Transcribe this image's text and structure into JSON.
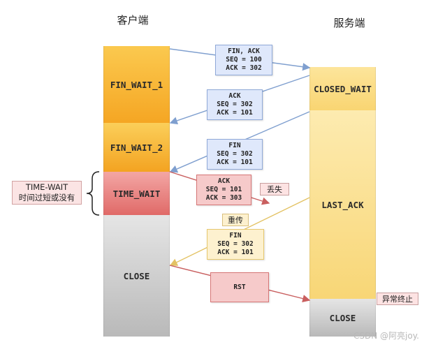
{
  "headers": {
    "client": "客户端",
    "server": "服务端"
  },
  "client_states": {
    "fin_wait_1": "FIN_WAIT_1",
    "fin_wait_2": "FIN_WAIT_2",
    "time_wait": "TIME_WAIT",
    "close": "CLOSE"
  },
  "server_states": {
    "closed_wait": "CLOSED_WAIT",
    "last_ack": "LAST_ACK",
    "close": "CLOSE"
  },
  "messages": {
    "m1": {
      "l1": "FIN, ACK",
      "l2": "SEQ = 100",
      "l3": "ACK = 302"
    },
    "m2": {
      "l1": "ACK",
      "l2": "SEQ = 302",
      "l3": "ACK = 101"
    },
    "m3": {
      "l1": "FIN",
      "l2": "SEQ = 302",
      "l3": "ACK = 101"
    },
    "m4": {
      "l1": "ACK",
      "l2": "SEQ = 101",
      "l3": "ACK = 303"
    },
    "m5": {
      "l1": "FIN",
      "l2": "SEQ = 302",
      "l3": "ACK = 101"
    },
    "m6": {
      "l1": "RST"
    }
  },
  "labels": {
    "lost": "丢失",
    "retransmit": "重传",
    "abnormal_end": "异常终止",
    "time_wait_l1": "TIME-WAIT",
    "time_wait_l2": "时间过短或没有"
  },
  "watermark": "CSDN @阿亮joy.",
  "colors": {
    "blue_arrow": "#7f9fcf",
    "red_arrow": "#c95f5f",
    "yellow_arrow": "#e3c263"
  }
}
